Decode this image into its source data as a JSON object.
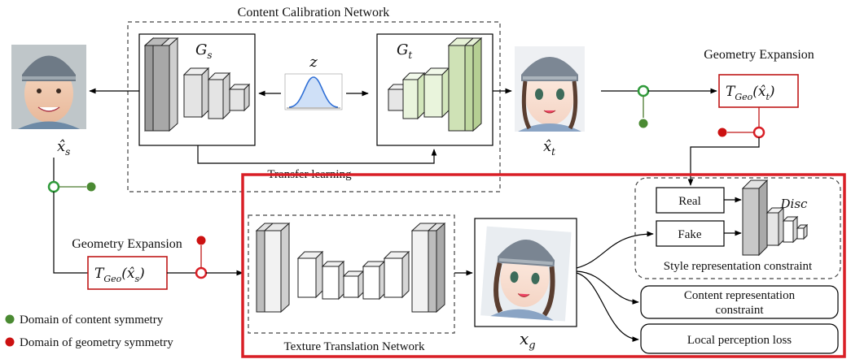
{
  "titles": {
    "content_calibration_network": "Content Calibration Network",
    "transfer_learning": "Transfer learning",
    "texture_translation_network": "Texture Translation Network",
    "geometry_expansion_top": "Geometry Expansion",
    "geometry_expansion_left": "Geometry Expansion"
  },
  "symbols": {
    "g_s_main": "G",
    "g_s_sub": "s",
    "g_t_main": "G",
    "g_t_sub": "t",
    "z": "z",
    "x_s_hat": "x̂",
    "x_s_sub": "s",
    "x_t_hat": "x̂",
    "x_t_sub": "t",
    "x_g_main": "x",
    "x_g_sub": "g",
    "t_geo_t": "T",
    "t_geo_t_sub": "Geo",
    "t_geo_t_arg": "(x̂",
    "t_geo_t_arg_sub": "t",
    "t_geo_t_close": ")",
    "t_geo_s": "T",
    "t_geo_s_sub": "Geo",
    "t_geo_s_arg": "(x̂",
    "t_geo_s_arg_sub": "s",
    "t_geo_s_close": ")",
    "disc": "Disc"
  },
  "discriminator": {
    "real": "Real",
    "fake": "Fake",
    "constraint": "Style representation constraint"
  },
  "losses": {
    "content_line1": "Content representation",
    "content_line2": "constraint",
    "local": "Local perception loss"
  },
  "legend": {
    "content": "Domain of content symmetry",
    "geometry": "Domain of geometry symmetry"
  },
  "colors": {
    "content_green": "#4a7a2e",
    "geometry_red": "#cc1111",
    "highlight_red": "#d91f26",
    "generator_green": "#e6f2d8"
  }
}
